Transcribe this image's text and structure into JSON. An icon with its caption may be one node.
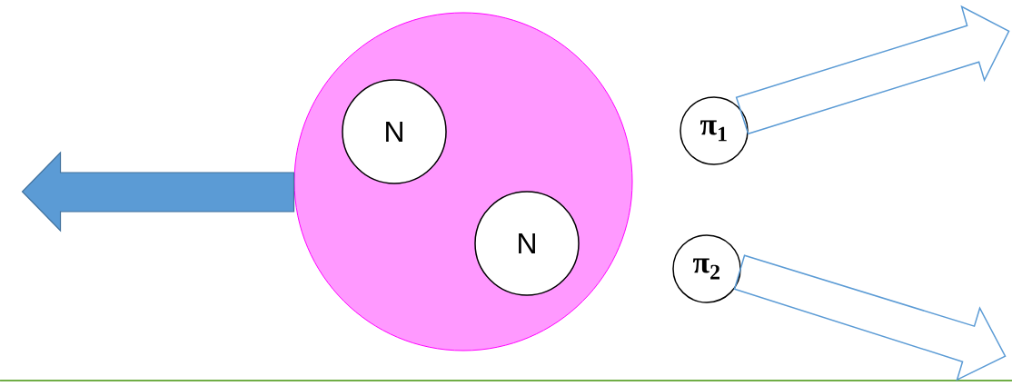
{
  "diagram": {
    "nodes": [
      {
        "text": [],
        "shape": "circle"
      },
      {
        "text": [
          "N"
        ],
        "in": 0
      },
      {
        "text": [
          "N"
        ],
        "in": 0
      },
      {
        "text": [
          "π$_{1}$"
        ]
      },
      {
        "text": [
          "π$_{2}$"
        ]
      }
    ],
    "edges": [
      {
        "from": 0,
        "to": null,
        "arrow": "to"
      },
      {
        "from": 3,
        "to": null,
        "arrow": "to"
      },
      {
        "from": 4,
        "to": null,
        "arrow": "to"
      }
    ]
  }
}
